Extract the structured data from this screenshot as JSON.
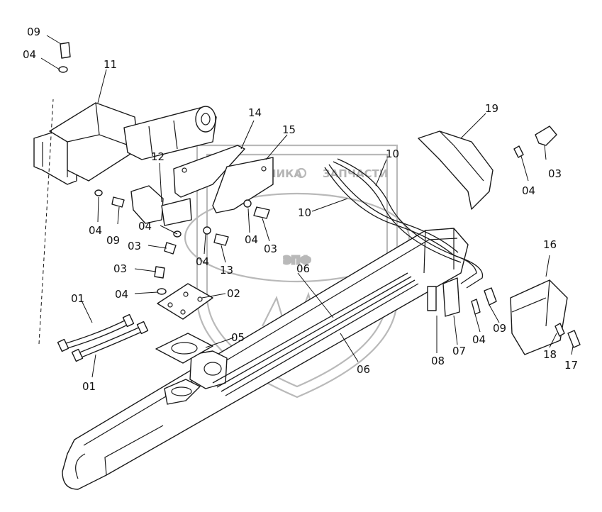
{
  "callouts": {
    "c09a": "09",
    "c04a": "04",
    "c11": "11",
    "c14": "14",
    "c15": "15",
    "c19": "19",
    "c10a": "10",
    "c03a": "03",
    "c04b": "04",
    "c12": "12",
    "c10b": "10",
    "c04c": "04",
    "c09b": "09",
    "c04d": "04",
    "c04e": "04",
    "c03b": "03",
    "c03c": "03",
    "c04f": "04",
    "c13": "13",
    "c06a": "06",
    "c03d": "03",
    "c16": "16",
    "c04g": "04",
    "c02": "02",
    "c01a": "01",
    "c05": "05",
    "c06b": "06",
    "c09c": "09",
    "c04h": "04",
    "c07": "07",
    "c08": "08",
    "c18": "18",
    "c17": "17",
    "c01b": "01"
  },
  "watermark": {
    "brand": "ЭПФ",
    "tagline_left": "ТЕХНИКА",
    "tagline_right": "ЗАПЧАСТИ",
    "color": "#b9b9b9"
  },
  "colors": {
    "ink": "#1a1a1a",
    "background": "#ffffff"
  }
}
